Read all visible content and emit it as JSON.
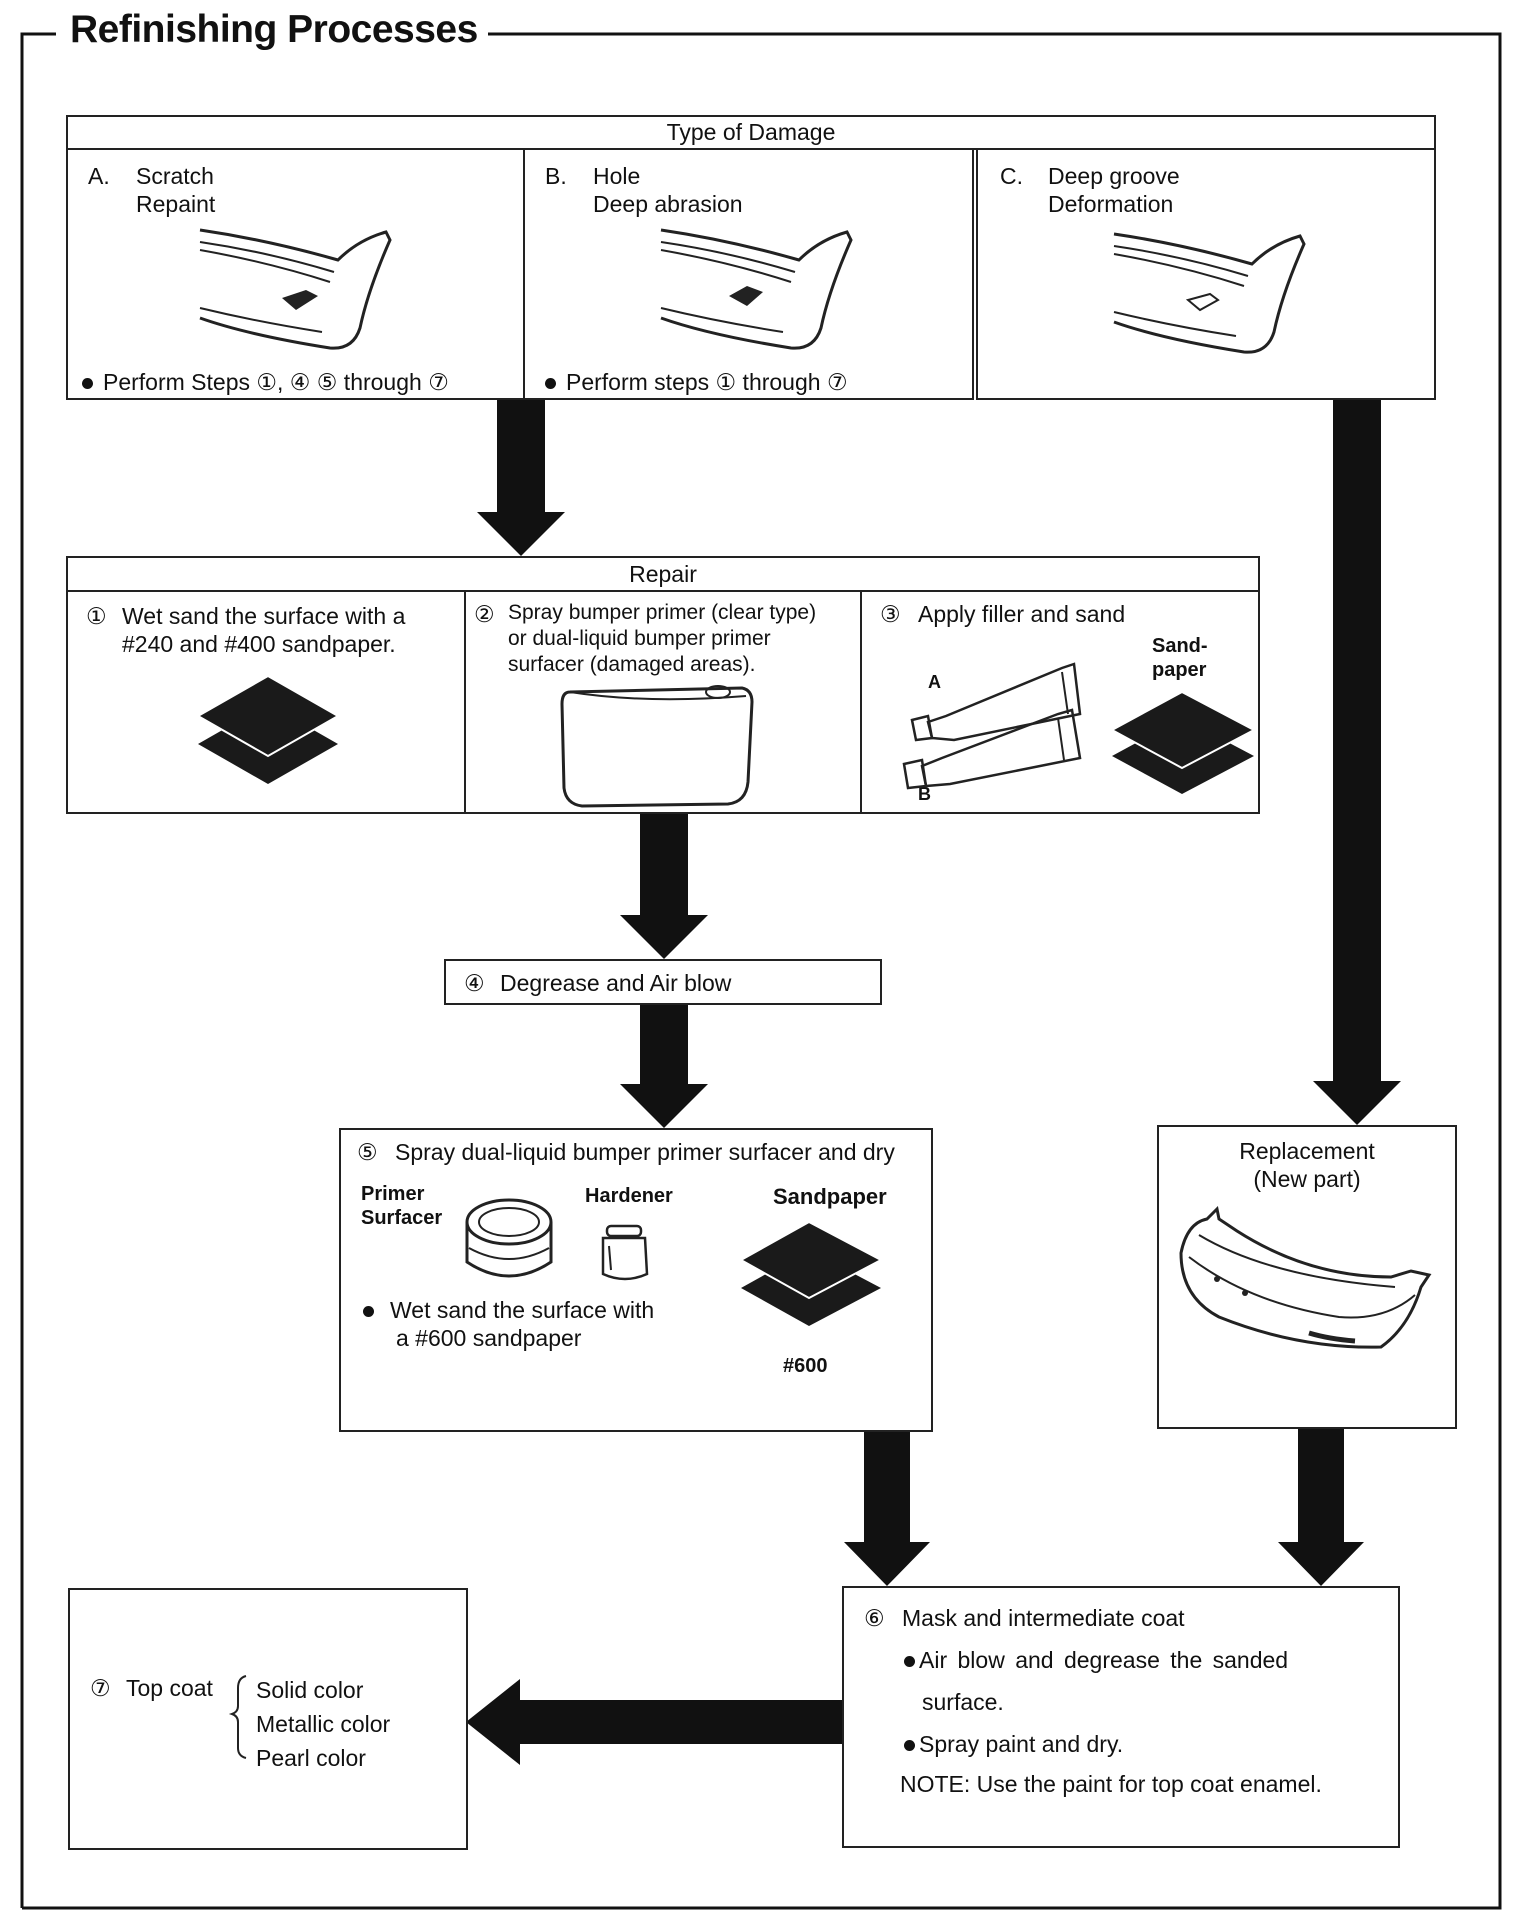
{
  "title": "Refinishing Processes",
  "damage": {
    "header": "Type of Damage",
    "a": {
      "letter": "A.",
      "line1": "Scratch",
      "line2": "Repaint",
      "steps": "Perform Steps ①, ④ ⑤ through ⑦"
    },
    "b": {
      "letter": "B.",
      "line1": "Hole",
      "line2": "Deep abrasion",
      "steps": "Perform steps ① through ⑦"
    },
    "c": {
      "letter": "C.",
      "line1": "Deep groove",
      "line2": "Deformation"
    }
  },
  "repair": {
    "header": "Repair",
    "step1": {
      "num": "①",
      "line1": "Wet sand the surface with a",
      "line2": "#240 and #400 sandpaper."
    },
    "step2": {
      "num": "②",
      "line1": "Spray bumper primer (clear type)",
      "line2": "or dual-liquid bumper primer",
      "line3": "surfacer (damaged areas)."
    },
    "step3": {
      "num": "③",
      "text": "Apply filler and sand",
      "sand_line1": "Sand-",
      "sand_line2": "paper",
      "label_a": "A",
      "label_b": "B"
    }
  },
  "step4": {
    "num": "④",
    "text": "Degrease and Air blow"
  },
  "step5": {
    "num": "⑤",
    "text": "Spray dual-liquid bumper primer surfacer and dry",
    "primer_line1": "Primer",
    "primer_line2": "Surfacer",
    "hardener": "Hardener",
    "sandpaper": "Sandpaper",
    "grit": "#600",
    "note_line1": "Wet sand the surface with",
    "note_line2": "a #600 sandpaper"
  },
  "replacement": {
    "line1": "Replacement",
    "line2": "(New part)"
  },
  "step6": {
    "num": "⑥",
    "text": "Mask and intermediate coat",
    "b1_line1": "Air  blow  and  degrease  the  sanded",
    "b1_line2": "surface.",
    "b2": "Spray paint and dry.",
    "note": "NOTE: Use the paint for top coat enamel."
  },
  "step7": {
    "num": "⑦",
    "text": "Top coat",
    "options": [
      "Solid color",
      "Metallic color",
      "Pearl color"
    ]
  }
}
